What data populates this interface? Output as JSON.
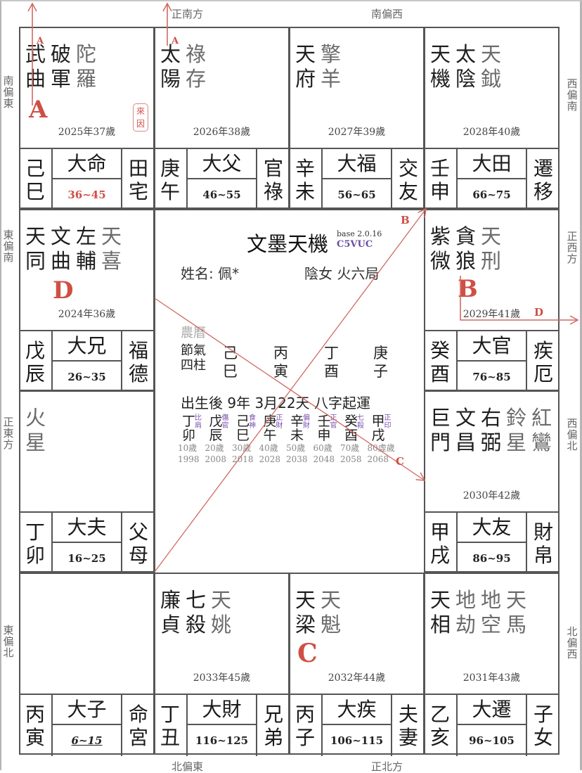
{
  "app": {
    "title": "文墨天機",
    "version": "base 2.0.16",
    "code": "C5VUC"
  },
  "profile": {
    "name_label": "姓名: 佩*",
    "gender_bureau": "陰女 火六局",
    "lunar_label": "農曆",
    "solar_label_1": "節氣",
    "solar_label_2": "四柱",
    "four_pillars": [
      {
        "stem": "己",
        "branch": "巳"
      },
      {
        "stem": "丙",
        "branch": "寅"
      },
      {
        "stem": "丁",
        "branch": "酉"
      },
      {
        "stem": "庚",
        "branch": "子"
      }
    ],
    "luck_start": "出生後 9年 3月22天 八字起運",
    "decades": [
      {
        "stem": "丁",
        "branch": "卯",
        "god1": "比",
        "god2": "肩",
        "age": "10歲",
        "year": "1998"
      },
      {
        "stem": "戊",
        "branch": "辰",
        "god1": "傷",
        "god2": "官",
        "age": "20歲",
        "year": "2008"
      },
      {
        "stem": "己",
        "branch": "巳",
        "god1": "食",
        "god2": "神",
        "age": "30歲",
        "year": "2018"
      },
      {
        "stem": "庚",
        "branch": "午",
        "god1": "正",
        "god2": "財",
        "age": "40歲",
        "year": "2028"
      },
      {
        "stem": "辛",
        "branch": "未",
        "god1": "偏",
        "god2": "財",
        "age": "50歲",
        "year": "2038"
      },
      {
        "stem": "壬",
        "branch": "申",
        "god1": "正",
        "god2": "官",
        "age": "60歲",
        "year": "2048"
      },
      {
        "stem": "癸",
        "branch": "酉",
        "god1": "七",
        "god2": "殺",
        "age": "70歲",
        "year": "2058"
      },
      {
        "stem": "甲",
        "branch": "戌",
        "god1": "正",
        "god2": "印",
        "age": "80虛歲",
        "year": "2068"
      }
    ]
  },
  "directions": {
    "top_1": "正南方",
    "top_2": "南偏西",
    "bottom_1": "北偏東",
    "bottom_2": "正北方",
    "left_1": "南偏東",
    "left_2": "東偏南",
    "left_3": "正東方",
    "left_4": "東偏北",
    "right_1": "西偏南",
    "right_2": "正西方",
    "right_3": "西偏北",
    "right_4": "北偏西"
  },
  "palaces": [
    {
      "id": "si",
      "stars_major": [
        [
          "武",
          "曲"
        ],
        [
          "破",
          "軍"
        ]
      ],
      "stars_minor": [
        [
          "陀",
          "羅"
        ]
      ],
      "year": "2025年37歲",
      "stem": "己",
      "branch": "巳",
      "decade_name": "大命",
      "range": "36~45",
      "palace": [
        "田",
        "宅"
      ],
      "letter": "A",
      "laiyin": [
        "來",
        "因"
      ]
    },
    {
      "id": "wu",
      "stars_major": [
        [
          "太",
          "陽"
        ]
      ],
      "stars_minor": [
        [
          "祿",
          "存"
        ]
      ],
      "year": "2026年38歲",
      "stem": "庚",
      "branch": "午",
      "decade_name": "大父",
      "range": "46~55",
      "palace": [
        "官",
        "祿"
      ]
    },
    {
      "id": "wei",
      "stars_major": [
        [
          "天",
          "府"
        ]
      ],
      "stars_minor": [
        [
          "擎",
          "羊"
        ]
      ],
      "year": "2027年39歲",
      "stem": "辛",
      "branch": "未",
      "decade_name": "大福",
      "range": "56~65",
      "palace": [
        "交",
        "友"
      ]
    },
    {
      "id": "shen",
      "stars_major": [
        [
          "天",
          "機"
        ],
        [
          "太",
          "陰"
        ]
      ],
      "stars_minor": [
        [
          "天",
          "鉞"
        ]
      ],
      "year": "2028年40歲",
      "stem": "壬",
      "branch": "申",
      "decade_name": "大田",
      "range": "66~75",
      "palace": [
        "遷",
        "移"
      ]
    },
    {
      "id": "chen",
      "stars_major": [
        [
          "天",
          "同"
        ],
        [
          "文",
          "曲"
        ],
        [
          "左",
          "輔"
        ]
      ],
      "stars_minor": [
        [
          "天",
          "喜"
        ]
      ],
      "year": "2024年36歲",
      "stem": "戊",
      "branch": "辰",
      "decade_name": "大兄",
      "range": "26~35",
      "palace": [
        "福",
        "德"
      ],
      "letter": "D"
    },
    {
      "id": "you",
      "stars_major": [
        [
          "紫",
          "微"
        ],
        [
          "貪",
          "狼"
        ]
      ],
      "stars_minor": [
        [
          "天",
          "刑"
        ]
      ],
      "year": "2029年41歲",
      "stem": "癸",
      "branch": "酉",
      "decade_name": "大官",
      "range": "76~85",
      "palace": [
        "疾",
        "厄"
      ],
      "letter": "B"
    },
    {
      "id": "mao",
      "stars_major": [],
      "stars_minor": [
        [
          "火",
          "星"
        ]
      ],
      "year": "",
      "stem": "丁",
      "branch": "卯",
      "decade_name": "大夫",
      "range": "16~25",
      "palace": [
        "父",
        "母"
      ]
    },
    {
      "id": "xu",
      "stars_major": [
        [
          "巨",
          "門"
        ],
        [
          "文",
          "昌"
        ],
        [
          "右",
          "弼"
        ]
      ],
      "stars_minor": [
        [
          "鈴",
          "星"
        ],
        [
          "紅",
          "鸞"
        ]
      ],
      "year": "2030年42歲",
      "stem": "甲",
      "branch": "戌",
      "decade_name": "大友",
      "range": "86~95",
      "palace": [
        "財",
        "帛"
      ]
    },
    {
      "id": "yin",
      "stars_major": [],
      "stars_minor": [],
      "year": "",
      "stem": "丙",
      "branch": "寅",
      "decade_name": "大子",
      "range": "6~15",
      "palace": [
        "命",
        "宮"
      ]
    },
    {
      "id": "chou",
      "stars_major": [
        [
          "廉",
          "貞"
        ],
        [
          "七",
          "殺"
        ]
      ],
      "stars_minor": [
        [
          "天",
          "姚"
        ]
      ],
      "year": "2033年45歲",
      "stem": "丁",
      "branch": "丑",
      "decade_name": "大財",
      "range": "116~125",
      "palace": [
        "兄",
        "弟"
      ]
    },
    {
      "id": "zi",
      "stars_major": [
        [
          "天",
          "梁"
        ]
      ],
      "stars_minor": [
        [
          "天",
          "魁"
        ]
      ],
      "year": "2032年44歲",
      "stem": "丙",
      "branch": "子",
      "decade_name": "大疾",
      "range": "106~115",
      "palace": [
        "夫",
        "妻"
      ],
      "letter": "C"
    },
    {
      "id": "hai",
      "stars_major": [
        [
          "天",
          "相"
        ]
      ],
      "stars_minor": [
        [
          "地",
          "劫"
        ],
        [
          "地",
          "空"
        ],
        [
          "天",
          "馬"
        ]
      ],
      "year": "2031年43歲",
      "stem": "乙",
      "branch": "亥",
      "decade_name": "大遷",
      "range": "96~105",
      "palace": [
        "子",
        "女"
      ]
    }
  ],
  "annotations": {
    "arrow_letters": [
      "A",
      "A",
      "B",
      "C",
      "D"
    ],
    "accent_color": "#cf4f45",
    "ten_god_color": "#7a4fb0"
  }
}
